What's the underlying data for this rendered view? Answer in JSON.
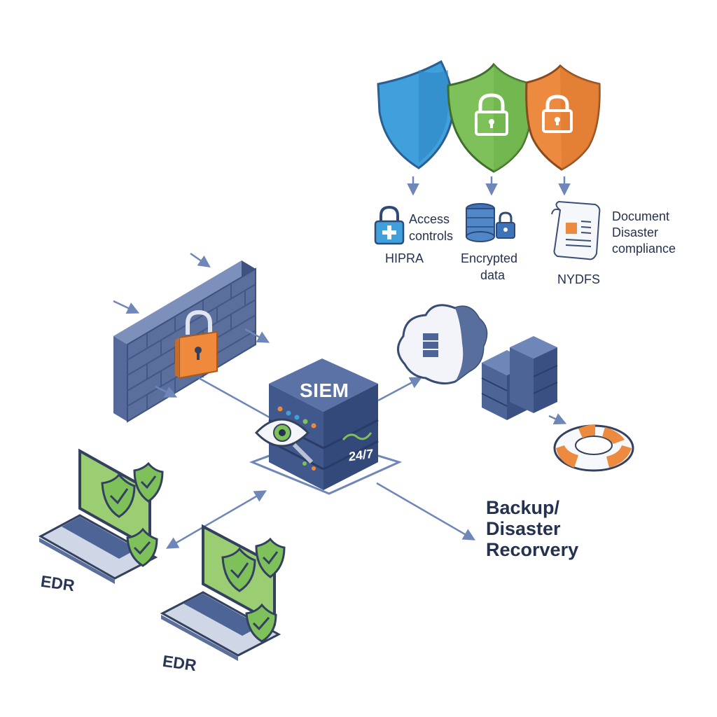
{
  "compliance": {
    "hipaa": {
      "label": "HIPRA",
      "caption": "Access\ncontrols",
      "caption_line1": "Access",
      "caption_line2": "controls"
    },
    "encryption": {
      "caption_line1": "Encrypted",
      "caption_line2": "data"
    },
    "nydfs": {
      "label": "NYDFS",
      "caption_line1": "Document",
      "caption_line2": "Disaster",
      "caption_line3": "compliance"
    }
  },
  "siem": {
    "label": "SIEM",
    "monitor_label": "24/7"
  },
  "recovery": {
    "line1": "Backup/",
    "line2": "Disaster",
    "line3": "Recorvery"
  },
  "endpoints": [
    {
      "label": "EDR"
    },
    {
      "label": "EDR"
    }
  ],
  "colors": {
    "shield_blue": "#3fa0dc",
    "shield_green": "#7ec15a",
    "shield_orange": "#ec8a3f",
    "navy": "#445a85",
    "wall": "#5a6f9c",
    "lock_orange": "#ef8a3c",
    "laptop_screen": "#9bcd73",
    "arrow": "#6f86b8"
  },
  "icons": [
    "shield-icon",
    "padlock-icon",
    "medical-lock-icon",
    "database-lock-icon",
    "document-icon",
    "firewall-icon",
    "cloud-icon",
    "server-rack-icon",
    "lifebuoy-icon",
    "eye-magnifier-icon",
    "laptop-icon"
  ]
}
